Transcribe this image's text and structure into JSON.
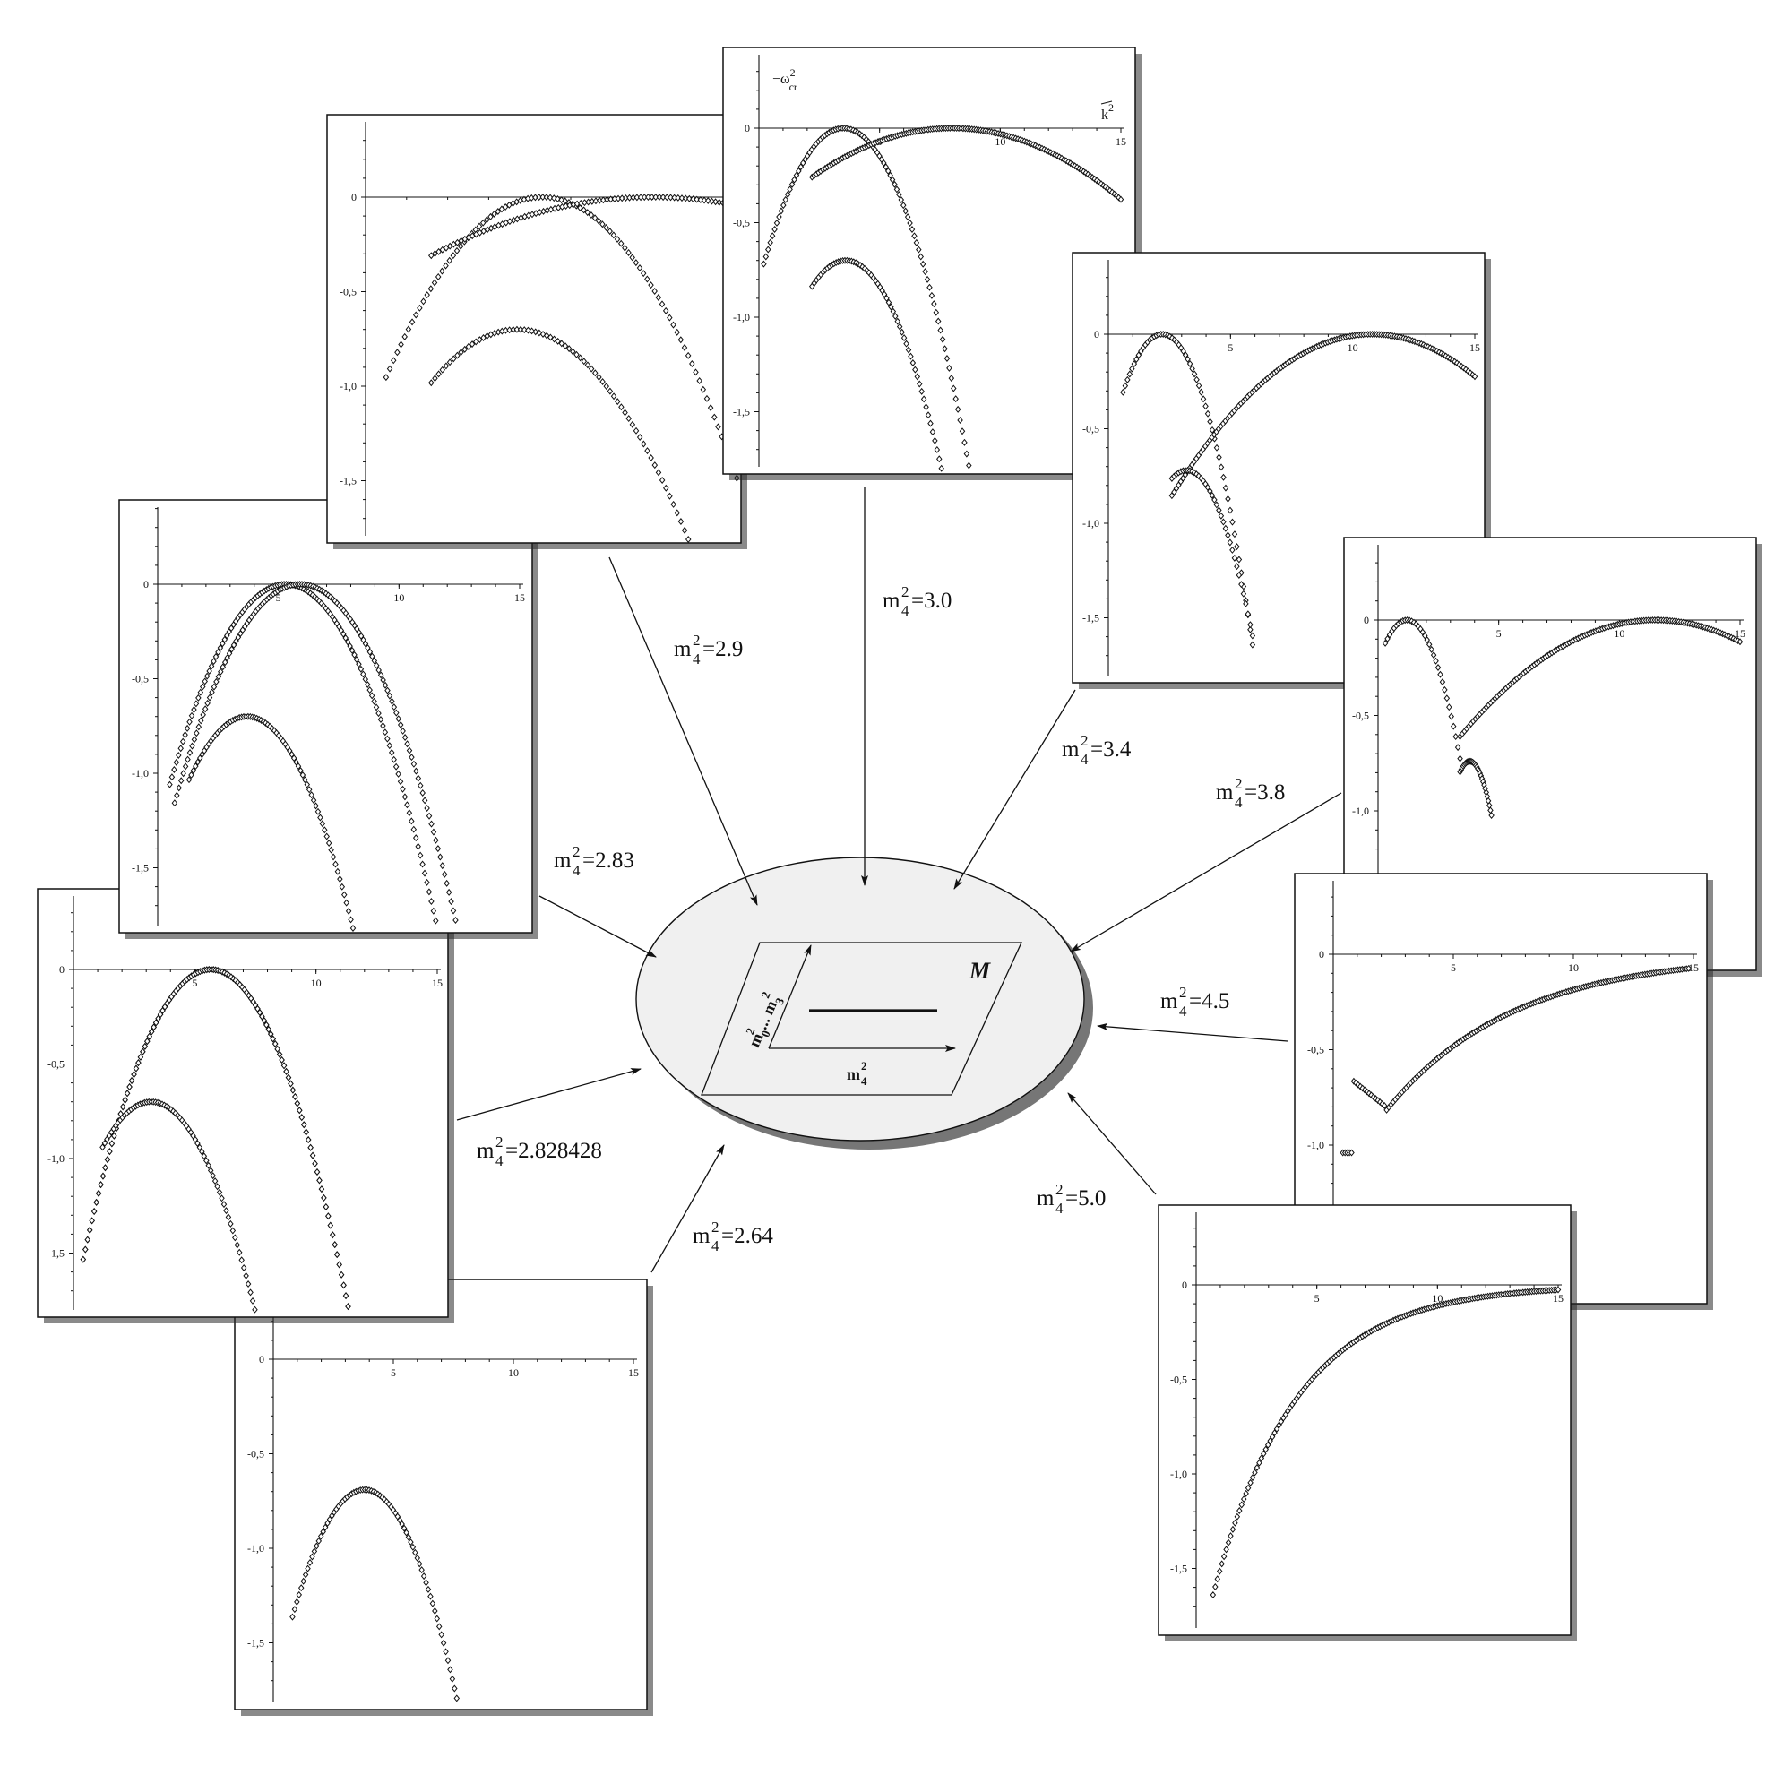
{
  "figure": {
    "center_symbol": "M",
    "center_horizontal_label": {
      "base": "m",
      "sup": "2",
      "sub": "4"
    },
    "center_vertical_label": "m0...m3"
  },
  "chart_data": [
    {
      "id": "p2828",
      "type": "scatter",
      "label": {
        "base": "m",
        "sub": "4",
        "sup": "2",
        "value": "=2.828428"
      },
      "xlim": [
        0,
        15
      ],
      "ylim": [
        -1.8,
        0.4
      ],
      "xticks": [
        5,
        10,
        15
      ],
      "yticks": [
        0,
        -0.5,
        -1.0,
        -1.5
      ],
      "ytick_labels": [
        "0",
        "-0,5",
        "-1,0",
        "-1,5"
      ],
      "series": [
        {
          "shape": "parabola",
          "peak_x": 5.657,
          "peak_y": 0,
          "a": 0.0555,
          "x_range": [
            0.4,
            13.6
          ]
        },
        {
          "shape": "parabola",
          "peak_x": 5.657,
          "peak_y": 0,
          "a": 0.0555,
          "x_range": [
            0.4,
            13.6
          ]
        },
        {
          "shape": "parabola",
          "peak_x": 3.2,
          "peak_y": -0.7,
          "a": 0.06,
          "x_range": [
            1.2,
            8.3
          ]
        }
      ]
    },
    {
      "id": "p283",
      "type": "scatter",
      "label": {
        "base": "m",
        "sub": "4",
        "sup": "2",
        "value": "=2.83"
      },
      "xlim": [
        0,
        15
      ],
      "ylim": [
        -1.8,
        0.4
      ],
      "xticks": [
        5,
        10,
        15
      ],
      "yticks": [
        0,
        -0.5,
        -1.0,
        -1.5
      ],
      "ytick_labels": [
        "0",
        "-0,5",
        "-1,0",
        "-1,5"
      ],
      "series": [
        {
          "shape": "parabola",
          "peak_x": 5.3,
          "peak_y": 0,
          "a": 0.046,
          "x_range": [
            0.5,
            14.8
          ]
        },
        {
          "shape": "parabola",
          "peak_x": 5.9,
          "peak_y": 0,
          "a": 0.0428,
          "x_range": [
            0.7,
            14.8
          ]
        },
        {
          "shape": "parabola",
          "peak_x": 3.7,
          "peak_y": -0.7,
          "a": 0.058,
          "x_range": [
            1.3,
            9.0
          ]
        }
      ]
    },
    {
      "id": "p29",
      "type": "scatter",
      "label": {
        "base": "m",
        "sub": "4",
        "sup": "2",
        "value": "=2.9"
      },
      "xlim": [
        0,
        15
      ],
      "ylim": [
        -1.8,
        0.4
      ],
      "xticks": [
        10
      ],
      "yticks": [
        0,
        -0.5,
        -1.0,
        -1.5
      ],
      "ytick_labels": [
        "0",
        "-0,5",
        "-1,0",
        "-1,5"
      ],
      "series": [
        {
          "shape": "parabola",
          "peak_x": 4.3,
          "peak_y": 0,
          "a": 0.066,
          "x_range": [
            0.5,
            9.5
          ]
        },
        {
          "shape": "parabola",
          "peak_x": 7.0,
          "peak_y": 0,
          "a": 0.0106,
          "x_range": [
            1.6,
            15.0
          ]
        },
        {
          "shape": "parabola",
          "peak_x": 3.7,
          "peak_y": -0.7,
          "a": 0.064,
          "x_range": [
            1.6,
            9.5
          ]
        }
      ]
    },
    {
      "id": "p30",
      "type": "scatter",
      "label": {
        "base": "m",
        "sub": "4",
        "sup": "2",
        "value": "=3.0"
      },
      "ylabel": "-ω²cr",
      "xlabel": "k²",
      "xlim": [
        0,
        15
      ],
      "ylim": [
        -1.8,
        0.4
      ],
      "xticks": [
        5,
        10,
        15
      ],
      "yticks": [
        0,
        -0.5,
        -1.0,
        -1.5
      ],
      "ytick_labels": [
        "0",
        "-0,5",
        "-1,0",
        "-1,5"
      ],
      "series": [
        {
          "shape": "parabola",
          "peak_x": 3.5,
          "peak_y": 0,
          "a": 0.066,
          "x_range": [
            0.2,
            8.7
          ]
        },
        {
          "shape": "parabola",
          "peak_x": 8.0,
          "peak_y": 0,
          "a": 0.0077,
          "x_range": [
            2.2,
            15.0
          ]
        },
        {
          "shape": "parabola",
          "peak_x": 3.6,
          "peak_y": -0.7,
          "a": 0.07,
          "x_range": [
            2.2,
            8.2
          ]
        }
      ]
    },
    {
      "id": "p34",
      "type": "scatter",
      "label": {
        "base": "m",
        "sub": "4",
        "sup": "2",
        "value": "=3.4"
      },
      "xlim": [
        0,
        15
      ],
      "ylim": [
        -1.8,
        0.4
      ],
      "xticks": [
        5,
        10,
        15
      ],
      "yticks": [
        0,
        -0.5,
        -1.0,
        -1.5
      ],
      "ytick_labels": [
        "0",
        "-0,5",
        "-1,0",
        "-1,5"
      ],
      "series": [
        {
          "shape": "parabola",
          "peak_x": 2.2,
          "peak_y": 0,
          "a": 0.12,
          "x_range": [
            0.6,
            5.9
          ]
        },
        {
          "shape": "parabola",
          "peak_x": 10.8,
          "peak_y": 0,
          "a": 0.0127,
          "x_range": [
            2.6,
            15.0
          ]
        },
        {
          "shape": "parabola",
          "peak_x": 3.2,
          "peak_y": -0.72,
          "a": 0.12,
          "x_range": [
            2.6,
            5.9
          ]
        }
      ]
    },
    {
      "id": "p38",
      "type": "scatter",
      "label": {
        "base": "m",
        "sub": "4",
        "sup": "2",
        "value": "=3.8"
      },
      "xlim": [
        0,
        15
      ],
      "ylim": [
        -1.3,
        0.4
      ],
      "xticks": [
        5,
        10,
        15
      ],
      "yticks": [
        0,
        -0.5,
        -1.0
      ],
      "ytick_labels": [
        "0",
        "-0,5",
        "-1,0"
      ],
      "series": [
        {
          "shape": "parabola",
          "peak_x": 1.2,
          "peak_y": 0,
          "a": 0.15,
          "x_range": [
            0.3,
            3.4
          ]
        },
        {
          "shape": "parabola",
          "peak_x": 11.5,
          "peak_y": 0,
          "a": 0.0093,
          "x_range": [
            3.4,
            15.0
          ]
        },
        {
          "shape": "parabola",
          "peak_x": 3.8,
          "peak_y": -0.74,
          "a": 0.35,
          "x_range": [
            3.4,
            4.7
          ]
        }
      ]
    },
    {
      "id": "p45",
      "type": "scatter",
      "label": {
        "base": "m",
        "sub": "4",
        "sup": "2",
        "value": "=4.5"
      },
      "xlim": [
        0,
        15
      ],
      "ylim": [
        -1.3,
        0.4
      ],
      "xticks": [
        5,
        10,
        15
      ],
      "yticks": [
        0,
        -0.5,
        -1.0
      ],
      "ytick_labels": [
        "0",
        "-0,5",
        "-1,0"
      ],
      "series": [
        {
          "shape": "dip",
          "x_range": [
            0.4,
            14.8
          ]
        }
      ]
    },
    {
      "id": "p50",
      "type": "scatter",
      "label": {
        "base": "m",
        "sub": "4",
        "sup": "2",
        "value": "=5.0"
      },
      "xlim": [
        0,
        15
      ],
      "ylim": [
        -1.8,
        0.4
      ],
      "xticks": [
        5,
        10,
        15
      ],
      "yticks": [
        0,
        -0.5,
        -1.0,
        -1.5
      ],
      "ytick_labels": [
        "0",
        "-0,5",
        "-1,0",
        "-1,5"
      ],
      "series": [
        {
          "shape": "decay",
          "amp": -1.64,
          "rate": 0.29,
          "x_range": [
            0.7,
            15.0
          ]
        }
      ]
    },
    {
      "id": "p264",
      "type": "scatter",
      "label": {
        "base": "m",
        "sub": "4",
        "sup": "2",
        "value": "=2.64"
      },
      "xlim": [
        0,
        15
      ],
      "ylim": [
        -1.8,
        0.4
      ],
      "xticks": [
        5,
        10,
        15
      ],
      "yticks": [
        0,
        -0.5,
        -1.0,
        -1.5
      ],
      "ytick_labels": [
        "0",
        "-0,5",
        "-1,0",
        "-1,5"
      ],
      "series": [
        {
          "shape": "parabola",
          "peak_x": 3.8,
          "peak_y": -0.69,
          "a": 0.0748,
          "x_range": [
            0.8,
            9.1
          ]
        }
      ]
    }
  ]
}
